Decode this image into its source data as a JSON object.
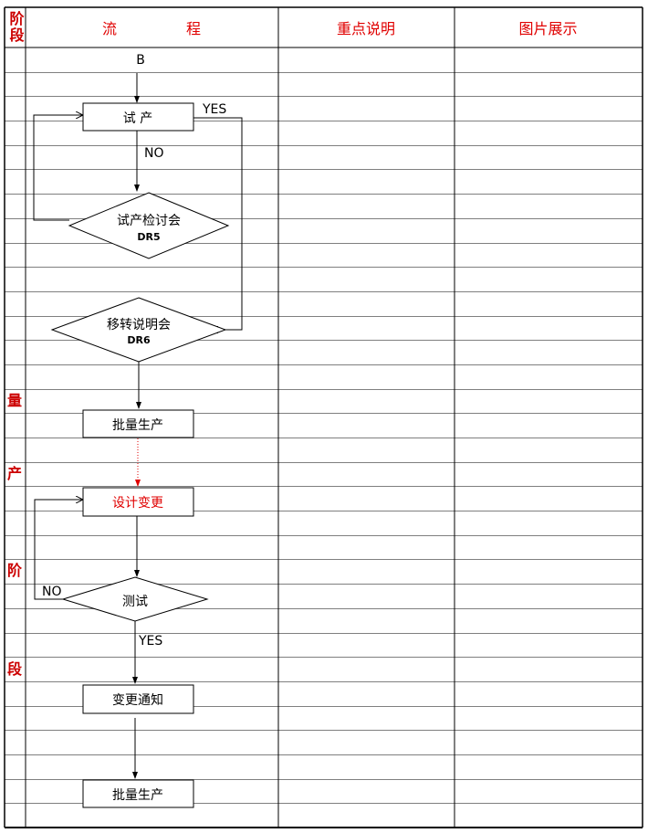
{
  "header": {
    "stage": "阶段",
    "flow_left": "流",
    "flow_right": "程",
    "key_points": "重点说明",
    "images": "图片展示"
  },
  "stage_column": [
    "量",
    "产",
    "阶",
    "段"
  ],
  "flowchart": {
    "start": "B",
    "trial": "试 产",
    "yes_1": "YES",
    "no_1": "NO",
    "review": "试产检讨会",
    "review_code": "DR5",
    "transfer": "移转说明会",
    "transfer_code": "DR6",
    "mass_1": "批量生产",
    "design_change": "设计变更",
    "test": "测试",
    "no_2": "NO",
    "yes_2": "YES",
    "notice": "变更通知",
    "mass_2": "批量生产"
  },
  "colors": {
    "header_text": "#e00000",
    "stage_text": "#cc0000",
    "dotted_link": "#e00000",
    "grid": "#000000"
  }
}
